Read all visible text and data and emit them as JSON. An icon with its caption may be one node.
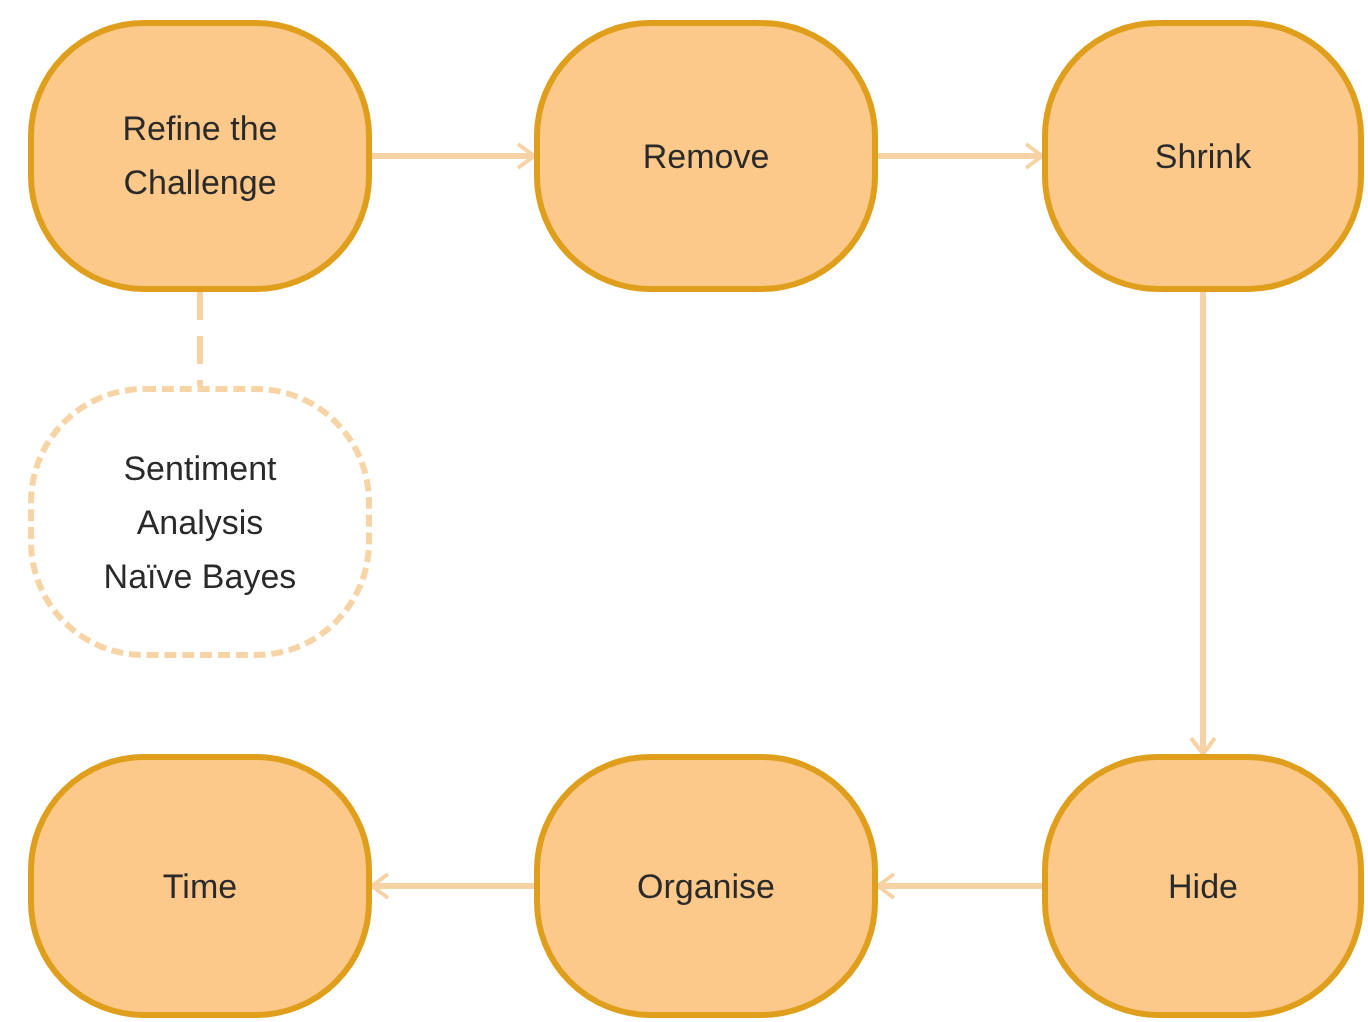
{
  "diagram": {
    "nodes": [
      {
        "text": [
          "Refine the Challenge"
        ]
      },
      {
        "text": [
          "Remove"
        ]
      },
      {
        "text": [
          "Shrink"
        ]
      },
      {
        "text": [
          "Sentiment Analysis Naïve Bayes"
        ]
      },
      {
        "text": [
          "Time"
        ]
      },
      {
        "text": [
          "Organise"
        ]
      },
      {
        "text": [
          "Hide"
        ]
      }
    ],
    "edges": [
      {
        "from": 0,
        "to": 1,
        "arrow": "to"
      },
      {
        "from": 1,
        "to": 2,
        "arrow": "to"
      },
      {
        "from": 2,
        "to": 6,
        "arrow": "to"
      },
      {
        "from": 6,
        "to": 5,
        "arrow": "to"
      },
      {
        "from": 5,
        "to": 4,
        "arrow": "to"
      },
      {
        "from": 0,
        "to": 3,
        "arrow": "none",
        "style": "dashed"
      }
    ]
  }
}
